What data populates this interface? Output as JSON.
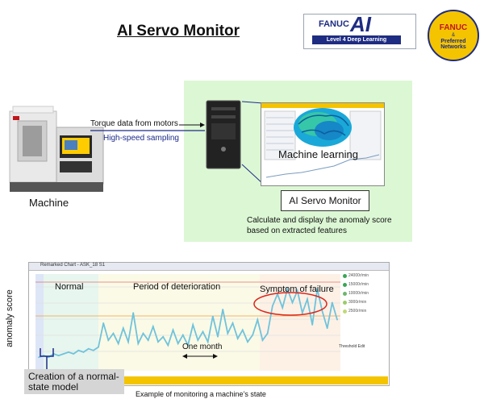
{
  "title": "AI Servo Monitor",
  "logo": {
    "fanuc": "FANUC",
    "ai": "AI",
    "tagline": "Level 4 Deep Learning"
  },
  "badge": {
    "fanuc": "FANUC",
    "amp": "&",
    "pfn": "Preferred Networks"
  },
  "machine": {
    "label": "Machine"
  },
  "flow": {
    "torque": "Torque data from motors",
    "sampling": "High-speed sampling"
  },
  "learning": {
    "label": "Machine learning",
    "product": "AI Servo Monitor",
    "desc_line1": "Calculate and display the anomaly score",
    "desc_line2": "based on extracted features"
  },
  "monitor": {
    "chart_title": "Remarked Chart - ASK_18 S1",
    "y_label": "anomaly score",
    "phase_normal": "Normal",
    "phase_deterioration": "Period of deterioration",
    "phase_symptom": "Symptom  of failure",
    "one_month": "One month",
    "threshold": "Threshold Edit",
    "legend": [
      "24000r/min",
      "15000r/min",
      "10000r/min",
      "3000r/min",
      "2500r/min"
    ],
    "creation": "Creation of a normal-state model",
    "caption": "Example of monitoring a machine’s state"
  },
  "colors": {
    "navy": "#1e2c82",
    "fanuc_yellow": "#f4c400",
    "panel_green": "#dcf7d4",
    "trace": "#6fc3dc",
    "alert_red": "#d9261c"
  },
  "chart_data": {
    "type": "line",
    "series": [
      {
        "values": [
          0.6,
          0.7,
          0.6,
          0.8,
          0.7,
          0.8,
          0.9,
          0.8,
          1.0,
          0.9,
          1.1,
          1.0,
          1.2,
          2.6,
          1.6,
          2.0,
          1.4,
          2.3,
          1.5,
          3.2,
          1.4,
          2.0,
          1.6,
          2.4,
          1.5,
          1.8,
          1.3,
          2.2,
          1.4,
          1.9,
          1.3,
          2.5,
          1.6,
          2.1,
          1.5,
          3.0,
          1.8,
          3.4,
          2.0,
          2.6,
          1.7,
          2.2,
          1.5,
          1.9,
          2.8,
          1.6,
          2.0,
          3.6,
          4.3,
          3.5,
          4.6,
          3.8,
          4.5,
          3.2,
          4.0,
          2.5,
          4.6,
          3.3,
          2.3,
          3.8,
          2.8
        ]
      }
    ]
  }
}
